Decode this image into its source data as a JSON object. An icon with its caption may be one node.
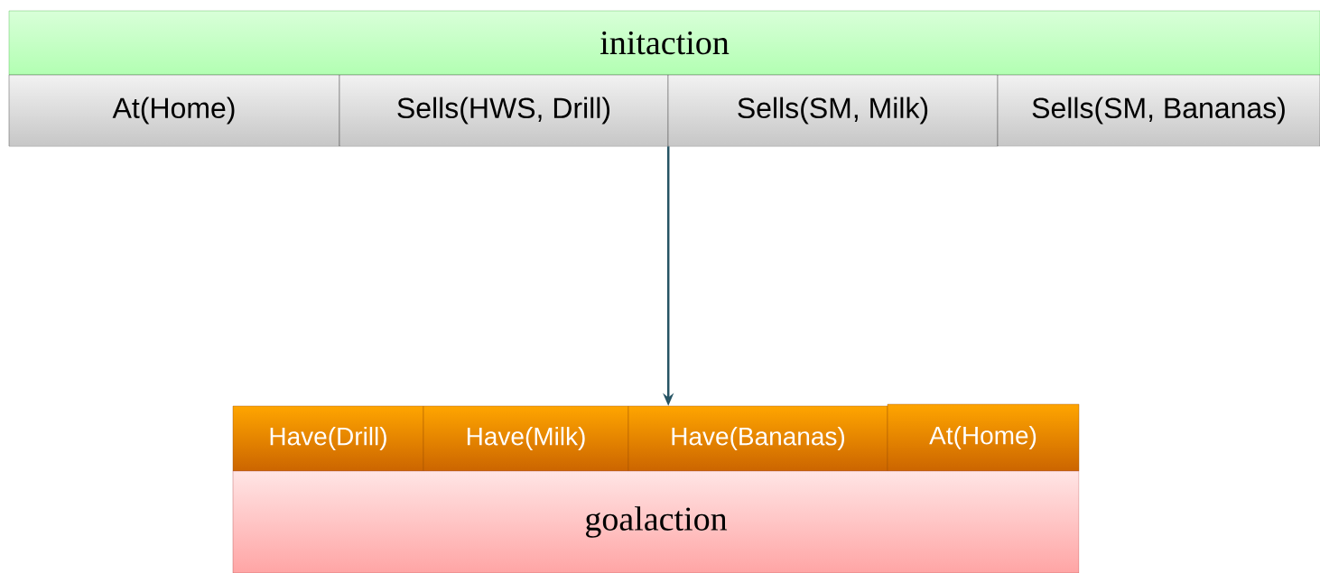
{
  "diagram": {
    "nodes": [
      {
        "text": [
          "initaction"
        ]
      },
      {
        "text": [
          "At(Home)"
        ]
      },
      {
        "text": [
          "Sells(HWS, Drill)"
        ]
      },
      {
        "text": [
          "Sells(SM, Milk)"
        ]
      },
      {
        "text": [
          "Sells(SM, Bananas)"
        ]
      },
      {
        "text": [
          "Have(Drill)"
        ]
      },
      {
        "text": [
          "Have(Milk)"
        ]
      },
      {
        "text": [
          "Have(Bananas)"
        ]
      },
      {
        "text": [
          "At(Home)"
        ]
      },
      {
        "text": [
          "goalaction"
        ]
      }
    ],
    "edges": [
      {
        "from": 2,
        "to": 7,
        "arrow": "to"
      }
    ]
  }
}
